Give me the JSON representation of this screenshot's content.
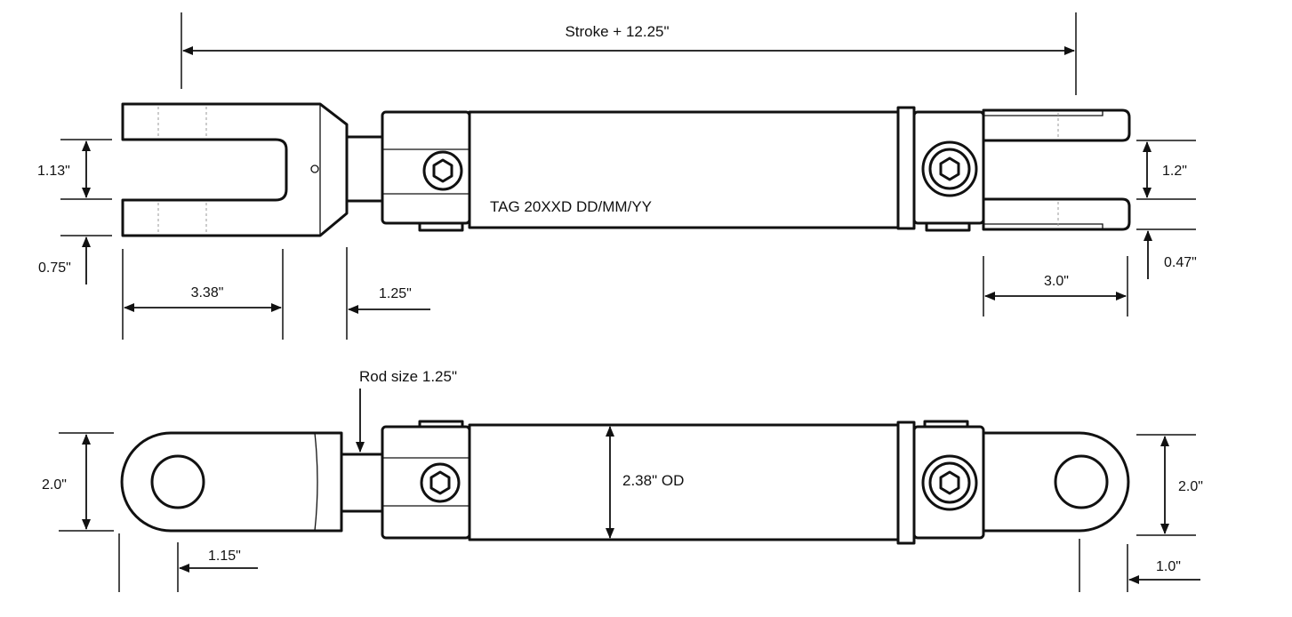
{
  "diagram": {
    "labels": {
      "stroke_length": "Stroke + 12.25\"",
      "clevis_gap": "1.13\"",
      "clevis_thickness": "0.75\"",
      "clevis_length": "3.38\"",
      "rod_extension": "1.25\"",
      "right_clevis_gap": "1.2\"",
      "right_clevis_thickness": "0.47\"",
      "right_clevis_length": "3.0\"",
      "tag_text": "TAG 20XXD DD/MM/YY",
      "rod_size": "Rod size 1.25\"",
      "eye_width_left": "2.0\"",
      "eye_hole_offset": "1.15\"",
      "body_od": "2.38\" OD",
      "eye_width_right": "2.0\"",
      "eye_hole_right": "1.0\""
    }
  }
}
